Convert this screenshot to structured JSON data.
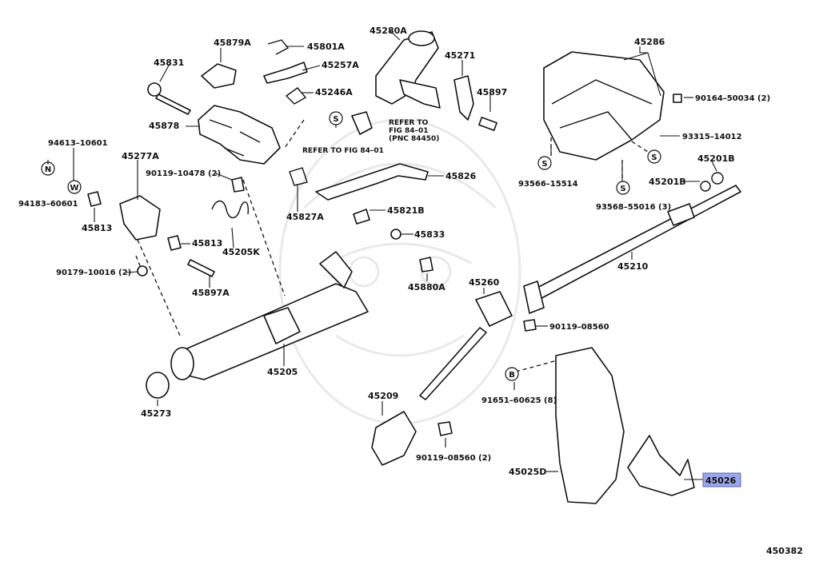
{
  "diagram_id": "450382",
  "highlight_color": "#9aa6e6",
  "parts": {
    "p45879A": "45879A",
    "p45801A": "45801A",
    "p45257A": "45257A",
    "p45246A": "45246A",
    "p45831": "45831",
    "p45878": "45878",
    "p45280A": "45280A",
    "p45271": "45271",
    "p45897": "45897",
    "p45286": "45286",
    "p9016450034": "90164–50034 (2)",
    "p9331514012": "93315–14012",
    "p9356615514": "93566–15514",
    "p9356855016": "93568–55016 (3)",
    "p45201B_a": "45201B",
    "p45201B_b": "45201B",
    "p9461310601": "94613–10601",
    "p9418360601": "94183–60601",
    "p45813_a": "45813",
    "p45277A": "45277A",
    "p9011910478": "90119–10478 (2)",
    "p45205K": "45205K",
    "p45813_b": "45813",
    "p9017910016": "90179–10016 (2)",
    "p45897A": "45897A",
    "p45827A": "45827A",
    "p45826": "45826",
    "p45821B": "45821B",
    "p45833": "45833",
    "p45880A": "45880A",
    "p45210": "45210",
    "p45260": "45260",
    "p9011908560": "90119–08560",
    "p45205": "45205",
    "p45273": "45273",
    "p45209": "45209",
    "p9011908560_2": "90119–08560 (2)",
    "p9165160625": "91651–60625 (8)",
    "p45025D": "45025D",
    "p45026": "45026"
  },
  "refer1": [
    "REFER TO",
    "FIG 84–01",
    "(PNC 84450)"
  ],
  "refer2": "REFER TO FIG 84–01",
  "symbols": {
    "s": "S",
    "n": "N",
    "w": "W",
    "b": "B"
  }
}
